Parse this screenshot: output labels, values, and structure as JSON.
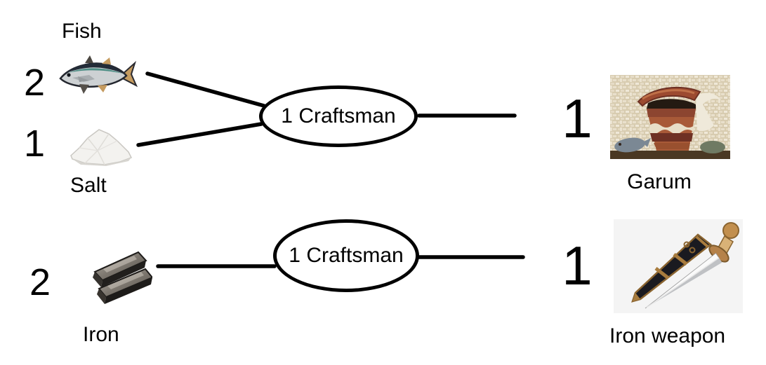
{
  "colors": {
    "background": "#ffffff",
    "stroke": "#000000",
    "text": "#000000"
  },
  "recipes": [
    {
      "inputs": [
        {
          "qty": "2",
          "name": "Fish",
          "icon": "fish-image"
        },
        {
          "qty": "1",
          "name": "Salt",
          "icon": "salt-image"
        }
      ],
      "process": "1 Craftsman",
      "output": {
        "qty": "1",
        "name": "Garum",
        "icon": "garum-image"
      }
    },
    {
      "inputs": [
        {
          "qty": "2",
          "name": "Iron",
          "icon": "iron-image"
        }
      ],
      "process": "1 Craftsman",
      "output": {
        "qty": "1",
        "name": "Iron weapon",
        "icon": "iron-weapon-image"
      }
    }
  ]
}
